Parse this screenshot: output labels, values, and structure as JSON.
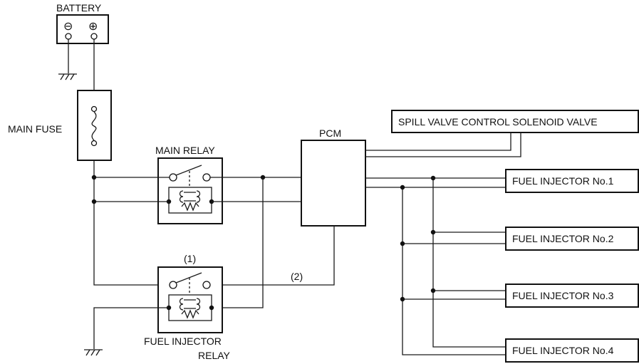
{
  "diagram": {
    "battery_label": "BATTERY",
    "battery_neg": "⊖",
    "battery_pos": "⊕",
    "main_fuse_label": "MAIN FUSE",
    "main_relay_label": "MAIN RELAY",
    "pcm_label": "PCM",
    "spill_valve_label": "SPILL VALVE CONTROL SOLENOID VALVE",
    "injectors": [
      {
        "label": "FUEL INJECTOR No.1"
      },
      {
        "label": "FUEL INJECTOR No.2"
      },
      {
        "label": "FUEL INJECTOR No.3"
      },
      {
        "label": "FUEL INJECTOR No.4"
      }
    ],
    "fuel_injector_relay_label_line1": "FUEL INJECTOR",
    "fuel_injector_relay_label_line2": "RELAY",
    "callout_1": "(1)",
    "callout_2": "(2)"
  },
  "colors": {
    "line": "#111111",
    "background": "#ffffff"
  }
}
